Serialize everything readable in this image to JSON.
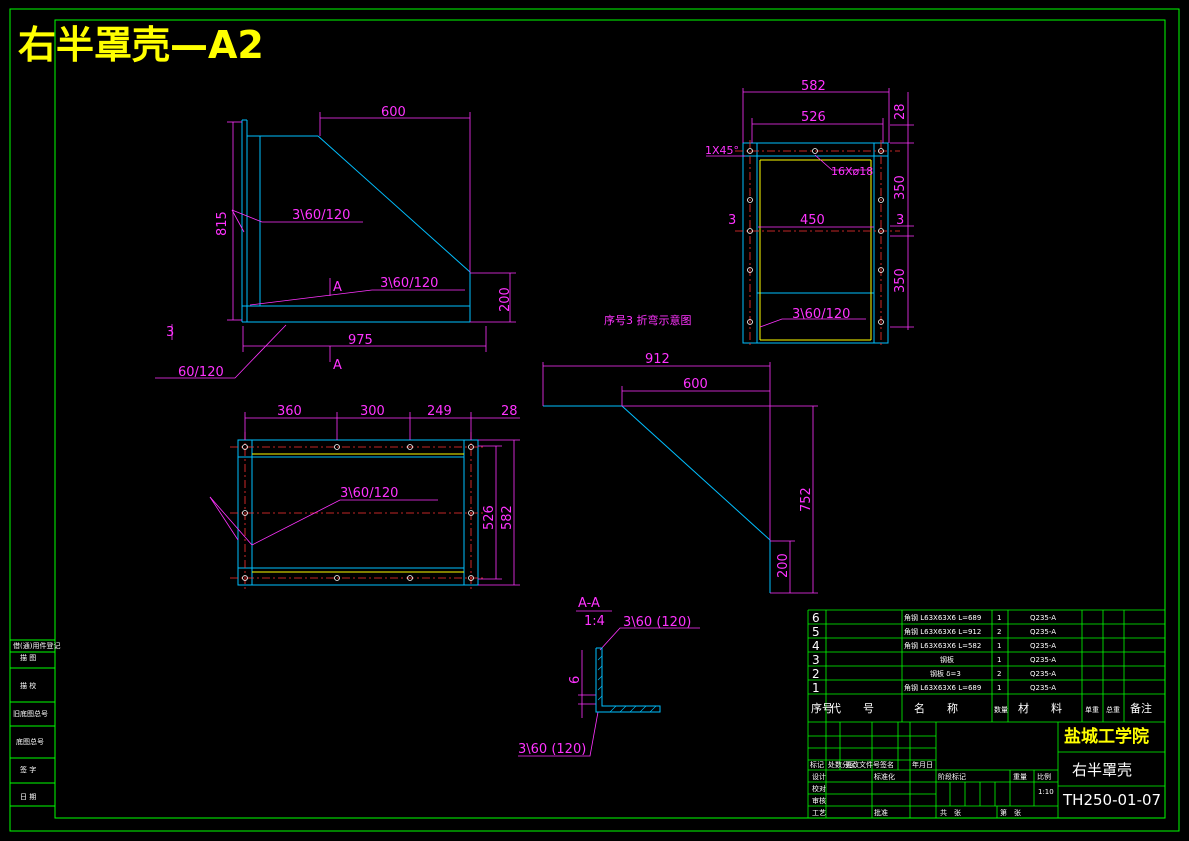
{
  "title": "右半罩壳—A2",
  "views": {
    "front": {
      "dims": {
        "top": "600",
        "height": "815",
        "right": "200",
        "bottom": "975"
      },
      "welds": [
        "3\\60/120",
        "3\\60/120"
      ],
      "section_mark": "A",
      "weld_left_a": "3",
      "weld_left_b": "60/120"
    },
    "side": {
      "dims": {
        "w582": "582",
        "w526": "526",
        "w450": "450",
        "h28": "28",
        "h350a": "350",
        "h350b": "350",
        "l3": "3",
        "r3": "3"
      },
      "chamfer": "1X45°",
      "holes": "16Xø18",
      "weld": "3\\60/120"
    },
    "note": "序号3 折弯示意图",
    "bend": {
      "w912": "912",
      "w600": "600",
      "h752": "752",
      "h200": "200"
    },
    "top": {
      "dims": {
        "a": "360",
        "b": "300",
        "c": "249",
        "d": "28",
        "h526": "526",
        "h582": "582"
      },
      "weld": "3\\60/120"
    },
    "section": {
      "label": "A-A",
      "scale": "1:4",
      "weld_top": "3\\60 (120)",
      "weld_bottom": "3\\60 (120)",
      "thick": "6"
    }
  },
  "bom": {
    "rows": [
      {
        "no": "6",
        "name": "角钢 L63X63X6 L=689",
        "qty": "1",
        "material": "Q235-A"
      },
      {
        "no": "5",
        "name": "角钢 L63X63X6 L=912",
        "qty": "2",
        "material": "Q235-A"
      },
      {
        "no": "4",
        "name": "角钢 L63X63X6 L=582",
        "qty": "1",
        "material": "Q235-A"
      },
      {
        "no": "3",
        "name": "钢板",
        "qty": "1",
        "material": "Q235-A"
      },
      {
        "no": "2",
        "name": "钢板 δ=3",
        "qty": "2",
        "material": "Q235-A"
      },
      {
        "no": "1",
        "name": "角钢 L63X63X6 L=689",
        "qty": "1",
        "material": "Q235-A"
      }
    ],
    "headers": {
      "no": "序号",
      "code": "代　　号",
      "name": "名　　称",
      "qty": "数量",
      "material": "材　　料",
      "unit_weight": "单重",
      "total_weight": "总重",
      "remark": "备注"
    }
  },
  "titleblock": {
    "school": "盐城工学院",
    "part": "右半罩壳",
    "drawing_no": "TH250-01-07",
    "scale": "1:10",
    "labels": [
      "标记",
      "处数",
      "分区",
      "更改文件号",
      "签名",
      "年月日",
      "设计",
      "标准化",
      "阶段标记",
      "重量",
      "比例",
      "校对",
      "审核",
      "工艺",
      "批准",
      "共　张",
      "第　张"
    ]
  },
  "sidebar": [
    "借(通)用件登记",
    "描 图",
    "描 校",
    "旧底图总号",
    "底图总号",
    "签 字",
    "日 期"
  ]
}
